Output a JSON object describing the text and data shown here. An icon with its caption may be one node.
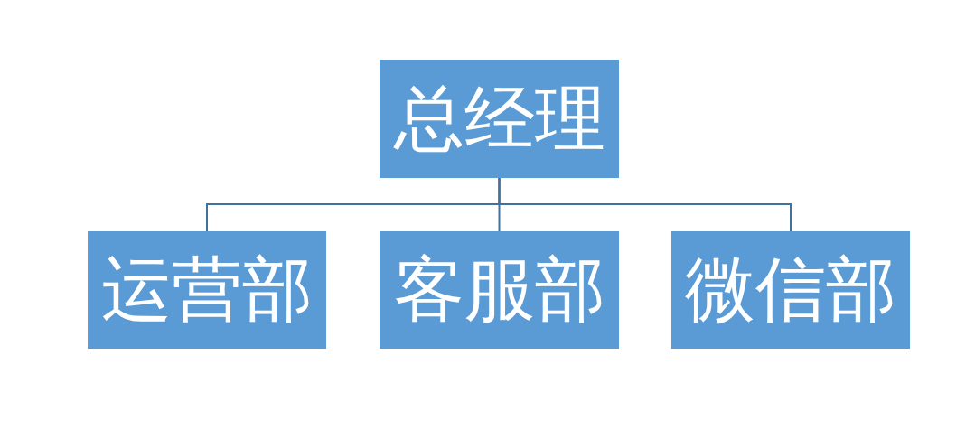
{
  "diagram": {
    "nodes": [
      {
        "text": [
          "总经理"
        ]
      },
      {
        "text": [
          "运营部"
        ]
      },
      {
        "text": [
          "客服部"
        ]
      },
      {
        "text": [
          "微信部"
        ]
      }
    ],
    "edges": [
      {
        "from": 0,
        "to": 1,
        "arrow": "none"
      },
      {
        "from": 0,
        "to": 2,
        "arrow": "none"
      },
      {
        "from": 0,
        "to": 3,
        "arrow": "none"
      }
    ]
  }
}
